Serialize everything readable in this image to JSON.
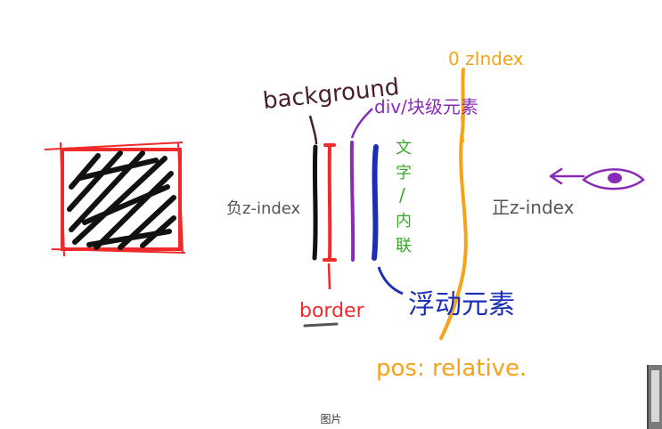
{
  "caption": "图片",
  "labels": {
    "background": "background",
    "zero_zindex": "0 zIndex",
    "div_block": "div/块级元素",
    "negative_zindex": "负z-index",
    "positive_zindex": "正z-index",
    "text_inline": [
      "文",
      "字",
      "/",
      "内",
      "联"
    ],
    "border": "border",
    "float_element": "浮动元素",
    "pos_relative": "pos: relative."
  },
  "colors": {
    "black": "#111111",
    "red": "#ee2a2a",
    "purple": "#8a2bb8",
    "blue": "#1a2fb5",
    "green": "#3aa82c",
    "orange": "#f5a31a",
    "grey": "#555555",
    "dark_maroon": "#4a1e2c"
  }
}
